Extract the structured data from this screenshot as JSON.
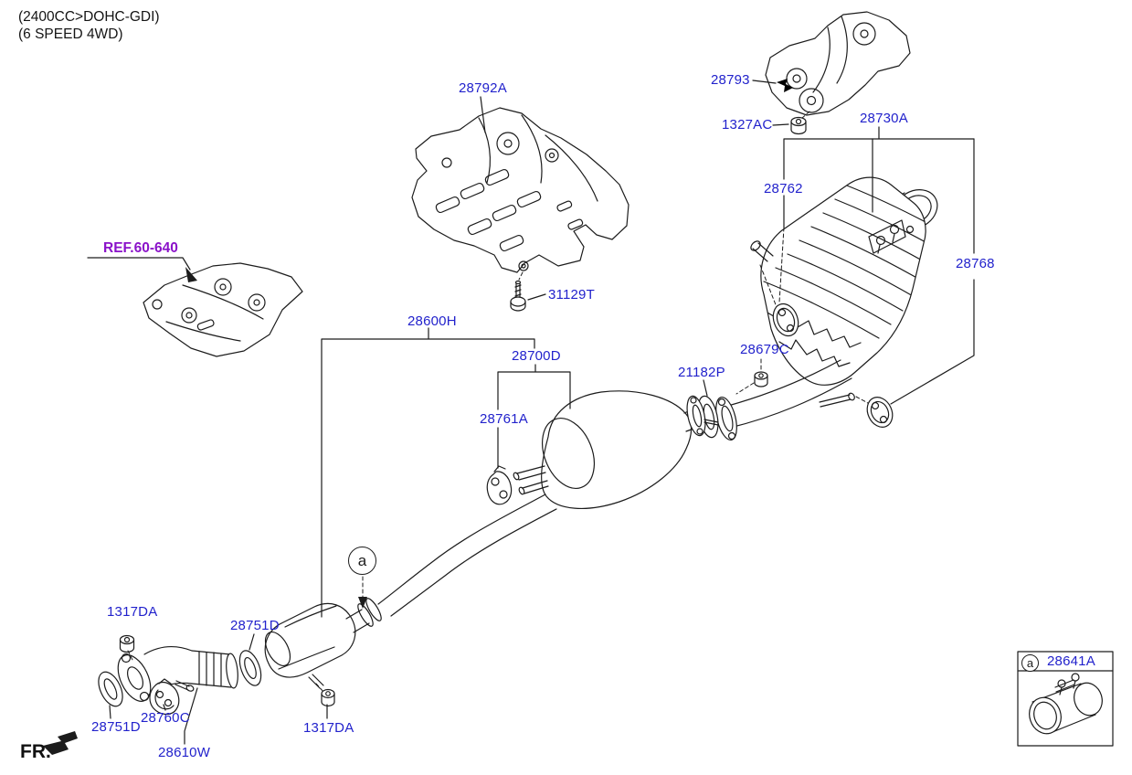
{
  "header": {
    "engine_note": "(2400CC>DOHC-GDI)",
    "transmission_note": "(6 SPEED 4WD)"
  },
  "reference": {
    "label": "REF.60-640"
  },
  "front_direction": {
    "label": "FR."
  },
  "markers": {
    "detail": "a"
  },
  "legend": {
    "marker": "a",
    "part_number": "28641A"
  },
  "callouts": {
    "c28792a": "28792A",
    "c28793": "28793",
    "c1327ac": "1327AC",
    "c28730a": "28730A",
    "c28762": "28762",
    "c28768": "28768",
    "c31129t": "31129T",
    "c28600h": "28600H",
    "c28700d": "28700D",
    "c28761a": "28761A",
    "c21182p": "21182P",
    "c28679c": "28679C",
    "c1317da_front": "1317DA",
    "c28751d_front": "28751D",
    "c28751d_center": "28751D",
    "c28760c": "28760C",
    "c1317da_center": "1317DA",
    "c28610w": "28610W"
  },
  "colors": {
    "part_label": "#2222cc",
    "reference_label": "#8a12c9",
    "line": "#1c1c1c",
    "background": "#ffffff"
  }
}
